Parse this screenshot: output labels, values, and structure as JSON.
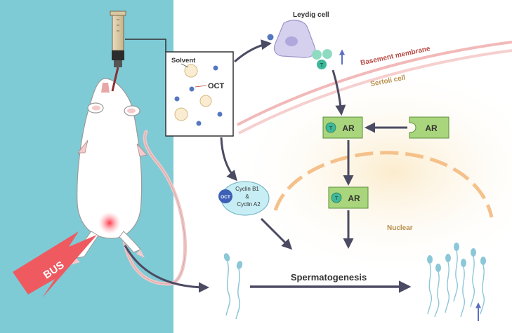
{
  "labels": {
    "leydig_cell": "Leydig cell",
    "basement_membrane": "Basement membrane",
    "sertoli_cell": "Sertoli cell",
    "solvent": "Solvent",
    "oct": "OCT",
    "ar": "AR",
    "t": "T",
    "cyclin_b1": "Cyclin B1",
    "ampersand": "&",
    "cyclin_a2": "Cyclin A2",
    "nuclear": "Nuclear",
    "spermatogenesis": "Spermatogenesis",
    "bus": "BUS"
  },
  "colors": {
    "panel_bg": "#7ecbd6",
    "arrow": "#4b4b63",
    "ar_box": "#a9d67c",
    "ar_border": "#5a8f3c",
    "molecule_blue": "#5577c2",
    "molecule_green": "#8fdbc2",
    "t_circle": "#3fb89a",
    "bus_red": "#ee5a60",
    "membrane_pink": "#f2b9b9",
    "up_arrow": "#5a6fc4",
    "sperm": "#8cc7d8"
  }
}
